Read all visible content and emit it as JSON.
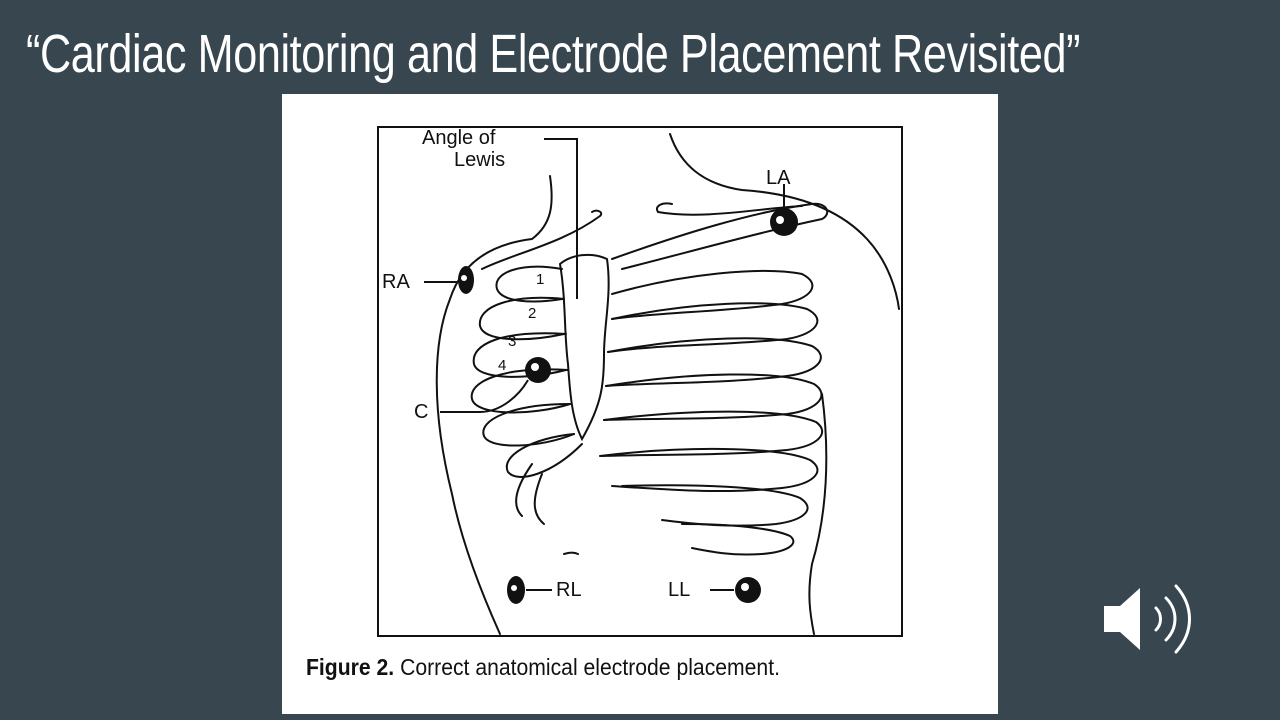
{
  "slide": {
    "title": "“Cardiac Monitoring and Electrode Placement Revisited”"
  },
  "figure": {
    "caption_number": "Figure 2.",
    "caption_text": " Correct anatomical electrode placement.",
    "labels": {
      "angle_of": "Angle of",
      "lewis": "Lewis",
      "la": "LA",
      "ra": "RA",
      "c": "C",
      "rl": "RL",
      "ll": "LL",
      "rib1": "1",
      "rib2": "2",
      "rib3": "3",
      "rib4": "4"
    }
  },
  "audio": {
    "icon": "speaker-icon"
  },
  "colors": {
    "background": "#37464f",
    "title_text": "#ffffff",
    "figure_bg": "#ffffff",
    "ink": "#111111"
  }
}
